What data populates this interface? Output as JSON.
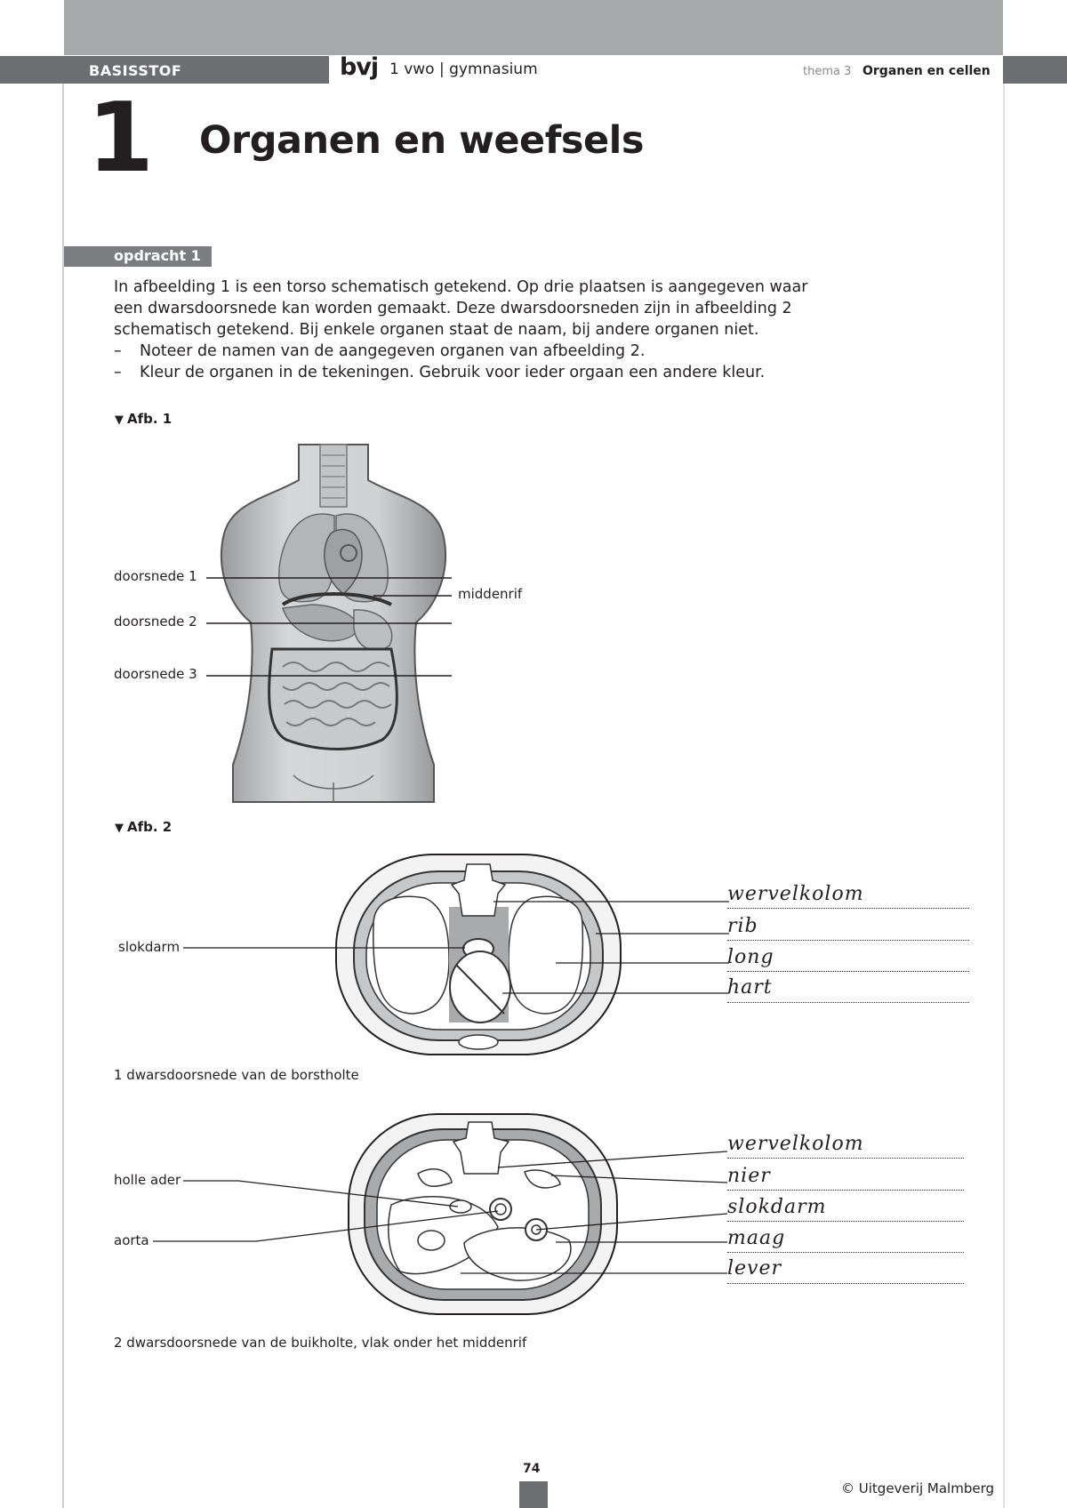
{
  "header": {
    "section": "BASISSTOF",
    "brand": "bvj",
    "edition": "1 vwo | gymnasium",
    "theme_number": "thema 3",
    "theme_title": "Organen en cellen"
  },
  "chapter": {
    "number": "1",
    "title": "Organen en weefsels"
  },
  "assignment": {
    "label": "opdracht 1",
    "lines": [
      "In afbeelding 1 is een torso schematisch getekend. Op drie plaatsen is aangegeven waar",
      "een dwarsdoorsnede kan worden gemaakt. Deze dwarsdoorsneden zijn in afbeelding 2",
      "schematisch getekend. Bij enkele organen staat de naam, bij andere organen niet."
    ],
    "tasks": [
      "Noteer de namen van de aangegeven organen van afbeelding 2.",
      "Kleur de organen in de tekeningen. Gebruik voor ieder orgaan een andere kleur."
    ],
    "task_dash": "–"
  },
  "figure1": {
    "label": "Afb. 1",
    "section_labels": [
      "doorsnede 1",
      "doorsnede 2",
      "doorsnede 3"
    ],
    "diaphragm_label": "middenrif"
  },
  "figure2": {
    "label": "Afb. 2",
    "chest": {
      "left_label": "slokdarm",
      "answers": [
        "wervelkolom",
        "rib",
        "long",
        "hart"
      ],
      "caption": "1  dwarsdoorsnede van de borstholte"
    },
    "abdomen": {
      "left_labels": [
        "holle ader",
        "aorta"
      ],
      "answers": [
        "wervelkolom",
        "nier",
        "slokdarm",
        "maag",
        "lever"
      ],
      "caption": "2  dwarsdoorsnede van de buikholte, vlak onder het middenrif"
    }
  },
  "footer": {
    "page": "74",
    "copyright": "© Uitgeverij Malmberg"
  },
  "colors": {
    "header_bar": "#a7a8aa",
    "dark_bar": "#6d6e71",
    "label_bar": "#7c7d80"
  }
}
